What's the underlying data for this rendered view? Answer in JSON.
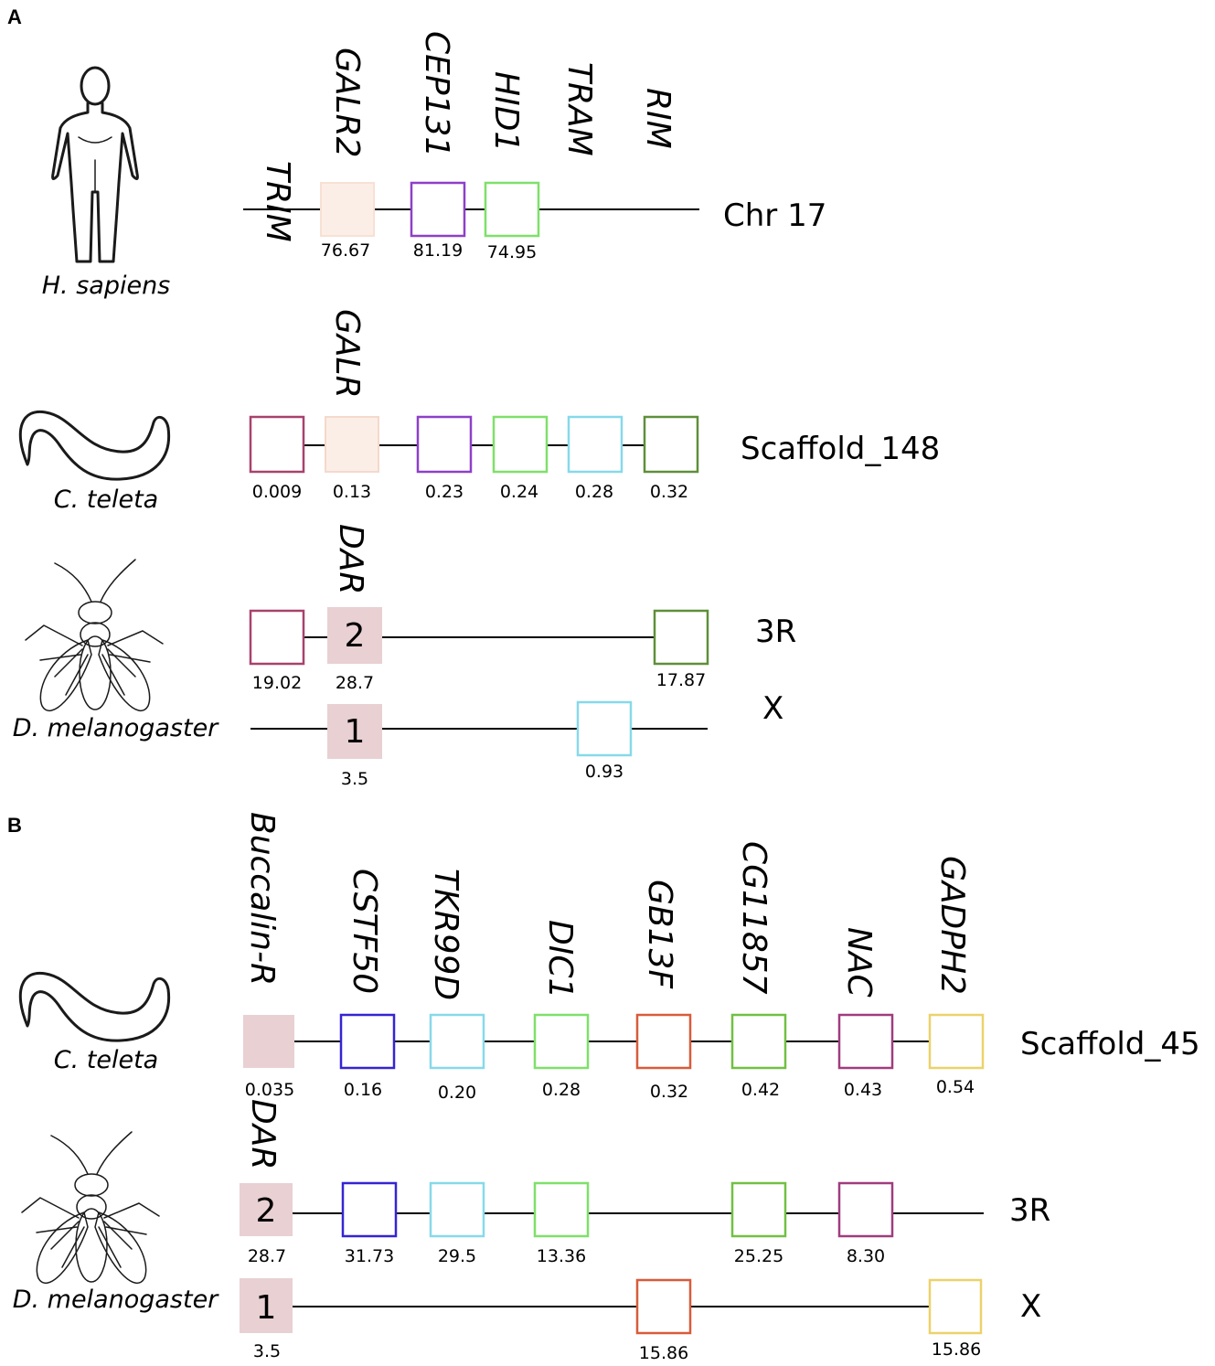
{
  "panels": {
    "a": "A",
    "b": "B"
  },
  "colors": {
    "galr_fill": "#fbeee7",
    "dar_fill": "#e8d0d3",
    "purple": "#8e3fc8",
    "green": "#7fe06a",
    "maroon": "#a8426c",
    "cyan": "#87d9ea",
    "darkgreen": "#5e8f3a",
    "blue": "#3524d3",
    "orange": "#d85b3a",
    "midgreen": "#71c043",
    "magenta": "#a03c7f",
    "gold": "#ecd26a"
  },
  "panel_a": {
    "human": {
      "species": "H. sapiens",
      "chromosome": "Chr 17",
      "gene_labels": [
        "TRIM",
        "GALR2",
        "CEP131",
        "HID1",
        "TRAM",
        "RIM"
      ],
      "positions": [
        "76.67",
        "81.19",
        "74.95"
      ]
    },
    "teleta": {
      "species": "C. teleta",
      "chromosome": "Scaffold_148",
      "gene_labels": [
        "GALR"
      ],
      "positions": [
        "0.009",
        "0.13",
        "0.23",
        "0.24",
        "0.28",
        "0.32"
      ]
    },
    "fly": {
      "species": "D. melanogaster",
      "gene_labels": [
        "DAR"
      ],
      "chr_3r": {
        "name": "3R",
        "box_numbers": [
          "2"
        ],
        "positions": [
          "19.02",
          "28.7",
          "17.87"
        ]
      },
      "chr_x": {
        "name": "X",
        "box_numbers": [
          "1"
        ],
        "positions": [
          "3.5",
          "0.93"
        ]
      }
    }
  },
  "panel_b": {
    "teleta": {
      "species": "C. teleta",
      "chromosome": "Scaffold_45",
      "gene_labels": [
        "Buccalin-R",
        "CSTF50",
        "TKR99D",
        "DIC1",
        "GB13F",
        "CG11857",
        "NAC",
        "GADPH2"
      ],
      "positions": [
        "0.035",
        "0.16",
        "0.20",
        "0.28",
        "0.32",
        "0.42",
        "0.43",
        "0.54"
      ]
    },
    "fly": {
      "species": "D. melanogaster",
      "gene_labels": [
        "DAR"
      ],
      "chr_3r": {
        "name": "3R",
        "box_numbers": [
          "2"
        ],
        "positions": [
          "28.7",
          "31.73",
          "29.5",
          "13.36",
          "25.25",
          "8.30"
        ]
      },
      "chr_x": {
        "name": "X",
        "box_numbers": [
          "1"
        ],
        "positions": [
          "3.5",
          "15.86",
          "15.86"
        ]
      }
    }
  }
}
